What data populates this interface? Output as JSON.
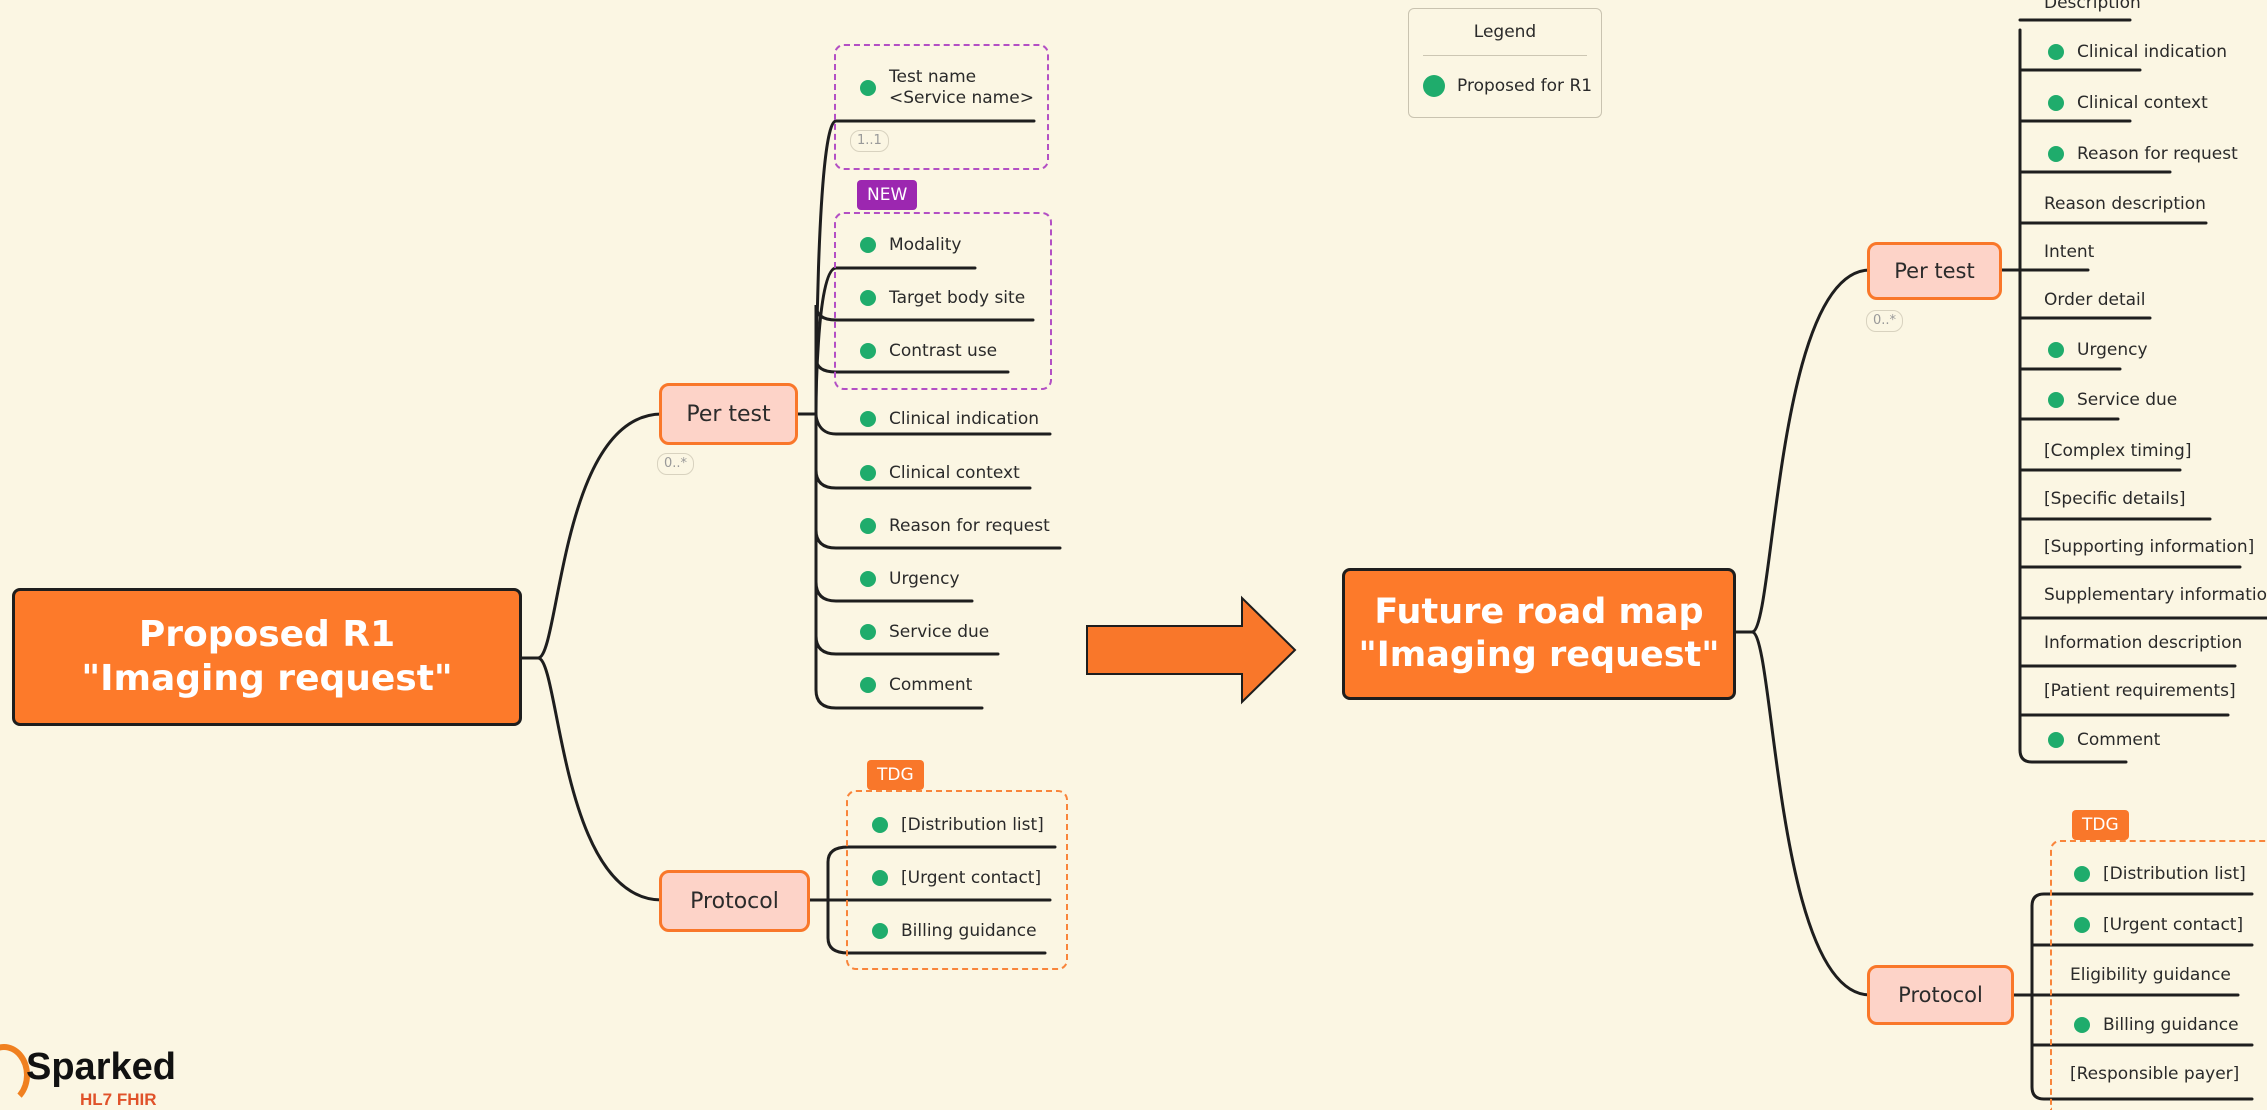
{
  "legend": {
    "title": "Legend",
    "item": "Proposed for R1"
  },
  "left": {
    "root": [
      "Proposed R1",
      "\"Imaging request\""
    ],
    "per_test": {
      "label": "Per test",
      "card": "0..*"
    },
    "protocol": {
      "label": "Protocol"
    },
    "test_name": {
      "line1": "Test name",
      "line2": "<Service name>",
      "card": "1..1"
    },
    "new_tag": "NEW",
    "tdg_tag": "TDG",
    "items": {
      "modality": "Modality",
      "target_body_site": "Target body site",
      "contrast_use": "Contrast use",
      "clinical_indication": "Clinical indication",
      "clinical_context": "Clinical context",
      "reason_for_request": "Reason for request",
      "urgency": "Urgency",
      "service_due": "Service due",
      "comment": "Comment"
    },
    "protocol_items": {
      "distribution_list": "[Distribution list]",
      "urgent_contact": "[Urgent contact]",
      "billing_guidance": "Billing guidance"
    }
  },
  "right": {
    "root": [
      "Future road map",
      "\"Imaging request\""
    ],
    "per_test": {
      "label": "Per test",
      "card": "0..*"
    },
    "protocol": {
      "label": "Protocol"
    },
    "tdg_tag": "TDG",
    "items": {
      "description": "Description",
      "clinical_indication": "Clinical indication",
      "clinical_context": "Clinical context",
      "reason_for_request": "Reason for request",
      "reason_description": "Reason description",
      "intent": "Intent",
      "order_detail": "Order detail",
      "urgency": "Urgency",
      "service_due": "Service due",
      "complex_timing": "[Complex timing]",
      "specific_details": "[Specific details]",
      "supporting_information": "[Supporting information]",
      "supplementary_information": "Supplementary information",
      "information_description": "Information description",
      "patient_requirements": "[Patient requirements]",
      "comment": "Comment"
    },
    "protocol_items": {
      "distribution_list": "[Distribution list]",
      "urgent_contact": "[Urgent contact]",
      "eligibility_guidance": "Eligibility guidance",
      "billing_guidance": "Billing guidance",
      "responsible_payer": "[Responsible payer]"
    }
  },
  "logo": {
    "name": "Sparked",
    "sub": "HL7 FHIR"
  },
  "colors": {
    "accent": "#fd7a2a",
    "proposed_dot": "#1fac6c",
    "new_tag": "#9c27b0",
    "background": "#fbf6e3"
  }
}
